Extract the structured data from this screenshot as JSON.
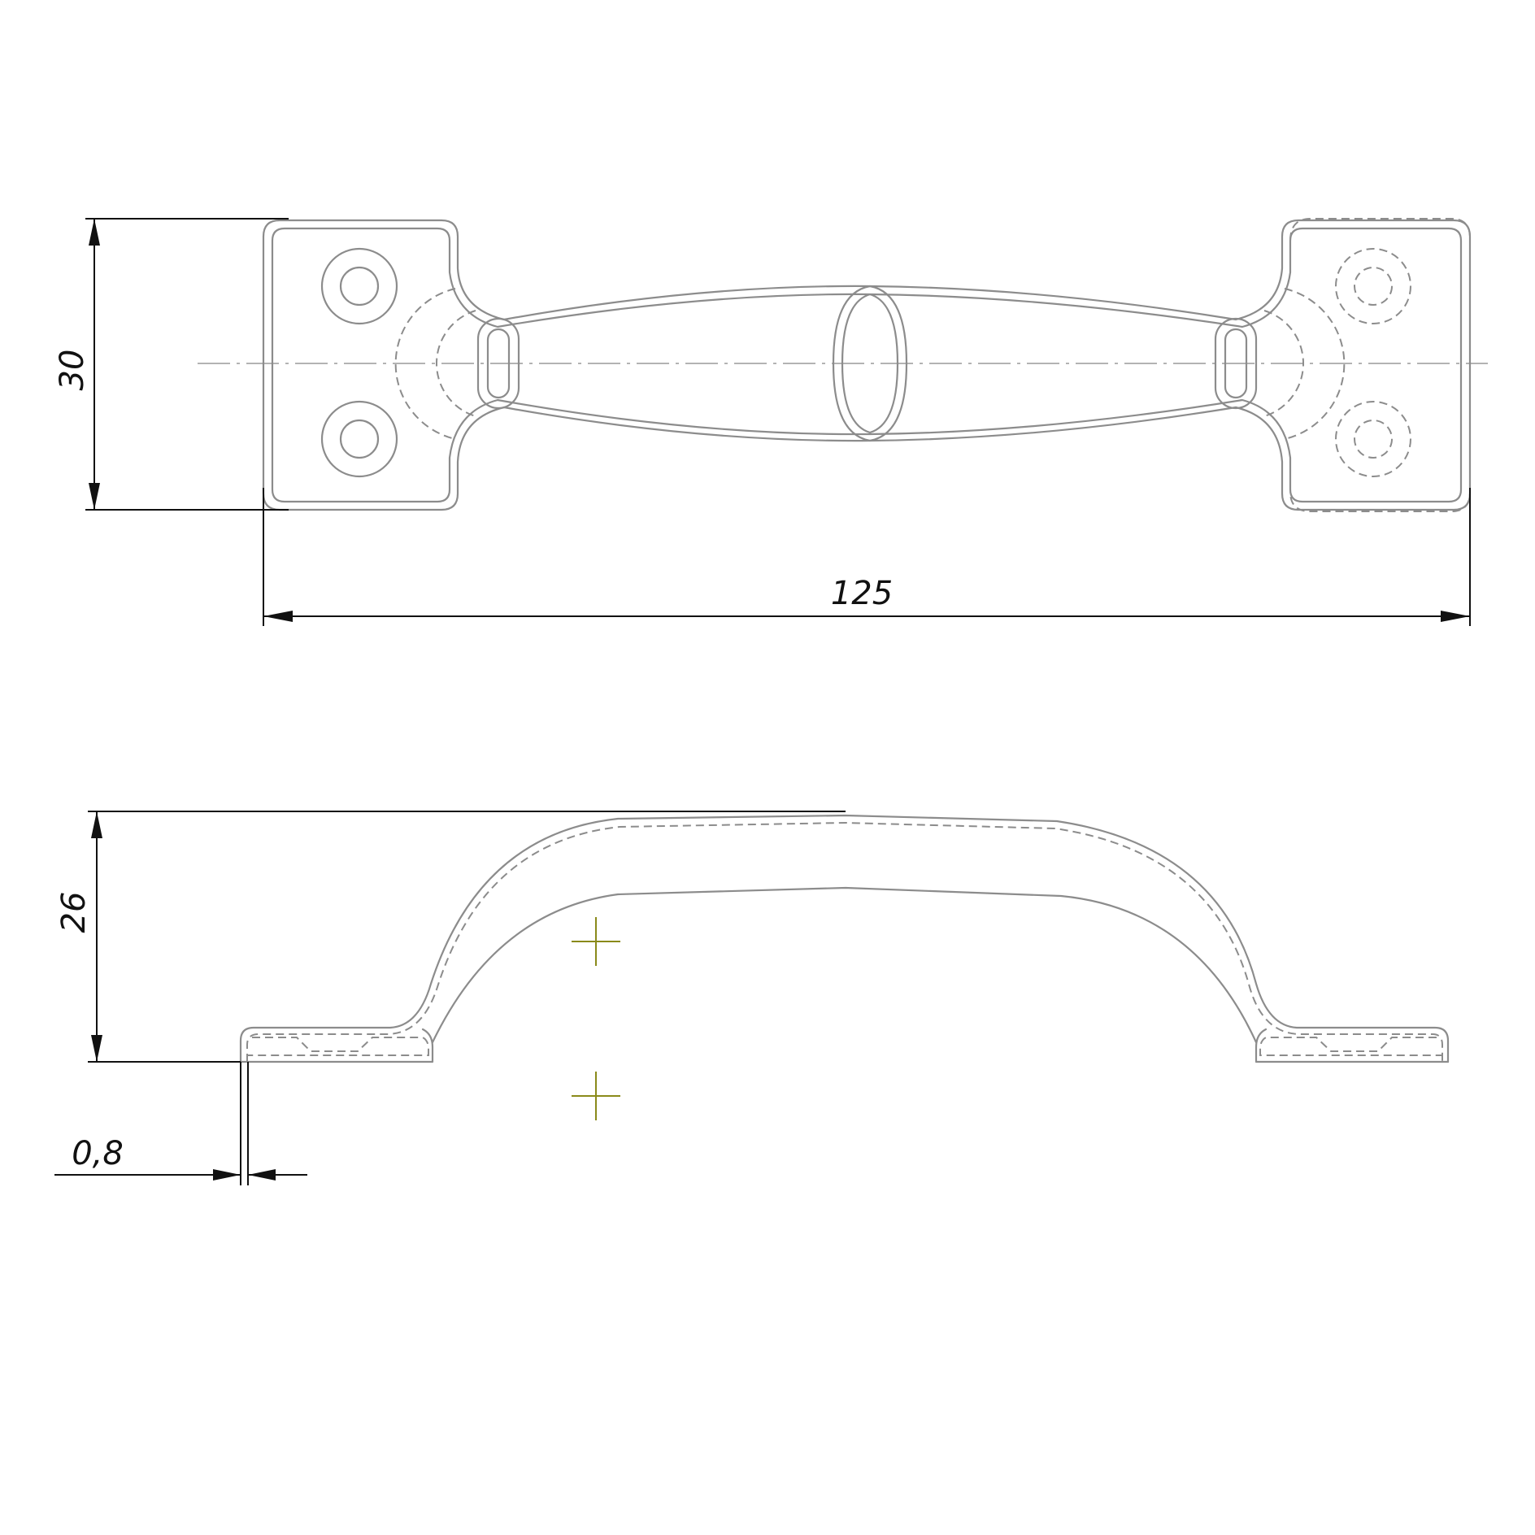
{
  "dimensions": {
    "height_top": "30",
    "length": "125",
    "height_side": "26",
    "thickness": "0,8"
  },
  "colors": {
    "part_line": "#8c8c8c",
    "dimension_line": "#111111",
    "reference_mark": "#8a8a1a"
  }
}
